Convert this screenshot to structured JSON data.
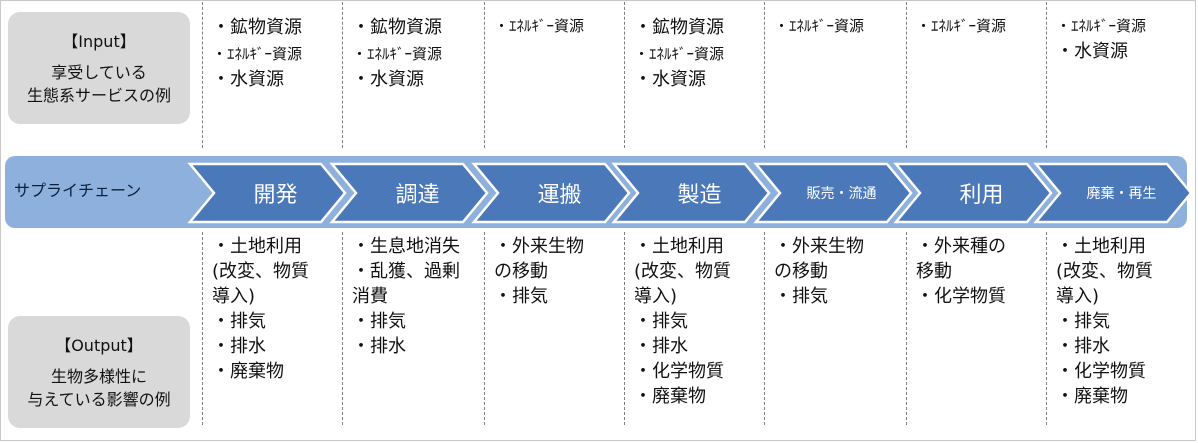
{
  "input_box": {
    "title": "【Input】",
    "desc_lines": [
      "享受している",
      "生態系サービスの例"
    ]
  },
  "output_box": {
    "title": "【Output】",
    "desc_lines": [
      "生物多様性に",
      "与えている影響の例"
    ]
  },
  "supply_chain_label": "サプライチェーン",
  "stages": [
    {
      "label": "開発",
      "input": [
        {
          "text": "・鉱物資源",
          "size": "lg"
        },
        {
          "text": "・ｴﾈﾙｷﾞｰ資源",
          "size": "sm"
        },
        {
          "text": "・水資源",
          "size": "lg"
        }
      ],
      "output": "・土地利用\n(改変、物質\n導入)\n・排気\n・排水\n・廃棄物"
    },
    {
      "label": "調達",
      "input": [
        {
          "text": "・鉱物資源",
          "size": "lg"
        },
        {
          "text": "・ｴﾈﾙｷﾞｰ資源",
          "size": "sm"
        },
        {
          "text": "・水資源",
          "size": "lg"
        }
      ],
      "output": "・生息地消失\n・乱獲、過剰\n消費\n・排気\n・排水"
    },
    {
      "label": "運搬",
      "input": [
        {
          "text": "・ｴﾈﾙｷﾞｰ資源",
          "size": "sm"
        }
      ],
      "output": "・外来生物\nの移動\n・排気"
    },
    {
      "label": "製造",
      "input": [
        {
          "text": "・鉱物資源",
          "size": "lg"
        },
        {
          "text": "・ｴﾈﾙｷﾞｰ資源",
          "size": "sm"
        },
        {
          "text": "・水資源",
          "size": "lg"
        }
      ],
      "output": "・土地利用\n(改変、物質\n導入)\n・排気\n・排水\n・化学物質\n・廃棄物"
    },
    {
      "label": "販売・流通",
      "input": [
        {
          "text": "・ｴﾈﾙｷﾞｰ資源",
          "size": "sm"
        }
      ],
      "output": "・外来生物\nの移動\n・排気"
    },
    {
      "label": "利用",
      "input": [
        {
          "text": "・ｴﾈﾙｷﾞｰ資源",
          "size": "sm"
        }
      ],
      "output": "・外来種の\n移動\n・化学物質"
    },
    {
      "label": "廃棄・再生",
      "input": [
        {
          "text": "・ｴﾈﾙｷﾞｰ資源",
          "size": "sm"
        },
        {
          "text": "・水資源",
          "size": "lg"
        }
      ],
      "output": "・土地利用\n(改変、物質\n導入)\n・排気\n・排水\n・化学物質\n・廃棄物"
    }
  ]
}
